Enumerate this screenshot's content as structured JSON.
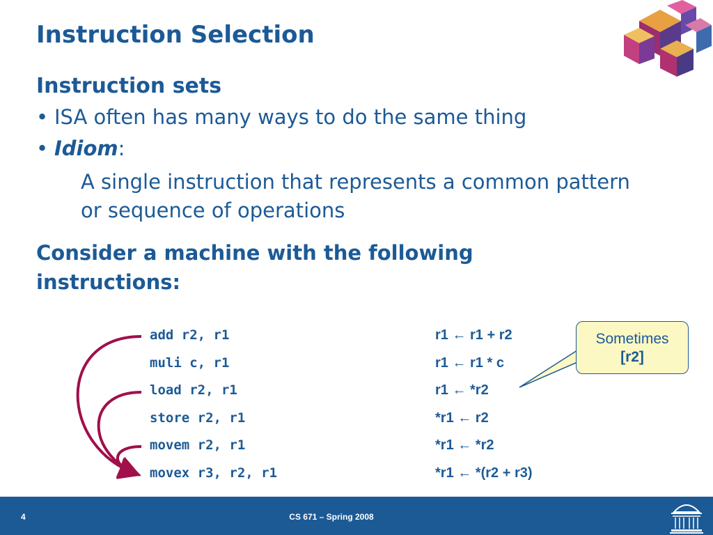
{
  "slide": {
    "title": "Instruction Selection",
    "section1": {
      "heading": "Instruction sets",
      "bullets": [
        {
          "bullet": "•",
          "text": "ISA often has many ways to do the same thing"
        },
        {
          "bullet": "•",
          "term": "Idiom",
          "suffix": ":"
        }
      ],
      "idiom_description": "A single instruction that represents a common pattern or sequence of operations"
    },
    "section2": {
      "heading": "Consider a machine with the following instructions:"
    },
    "instructions": [
      {
        "asm": "add r2, r1",
        "semantics": "r1 ← r1 + r2"
      },
      {
        "asm": "muli c, r1",
        "semantics": "r1 ← r1 * c"
      },
      {
        "asm": "load r2, r1",
        "semantics": "r1 ← *r2"
      },
      {
        "asm": "store r2, r1",
        "semantics": "*r1 ← r2"
      },
      {
        "asm": "movem r2, r1",
        "semantics": "*r1 ← *r2"
      },
      {
        "asm": "movex r3, r2, r1",
        "semantics": "*r1 ← *(r2 + r3)"
      }
    ],
    "callout": {
      "line1": "Sometimes",
      "line2": "[r2]"
    }
  },
  "footer": {
    "slide_number": "4",
    "course": "CS 671 – Spring 2008"
  },
  "colors": {
    "text": "#1c5a96",
    "footer_bg": "#1c5a96",
    "arrow": "#a0104a",
    "callout_bg": "#fcf8c4"
  },
  "icons": {
    "logo": "cube-puzzle-logo",
    "footer_logo": "rotunda-icon"
  }
}
